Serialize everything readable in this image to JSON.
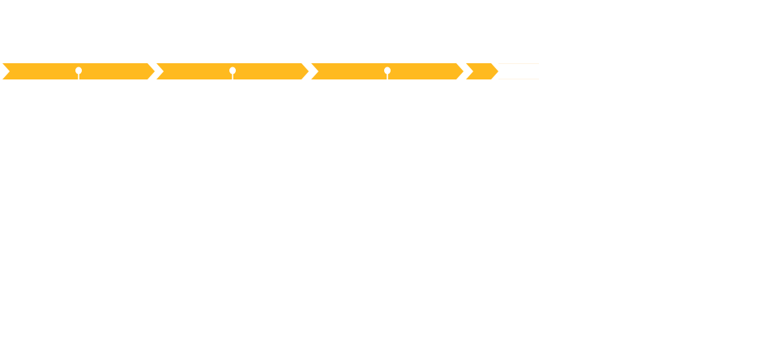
{
  "timeline": {
    "accent_color": "#FFBA1F",
    "track_color": "#FFF5E6",
    "segments": [
      {
        "filled": 1,
        "has_marker": true
      },
      {
        "filled": 1,
        "has_marker": true
      },
      {
        "filled": 1,
        "has_marker": true
      },
      {
        "filled": 0.45,
        "has_marker": false
      }
    ]
  }
}
